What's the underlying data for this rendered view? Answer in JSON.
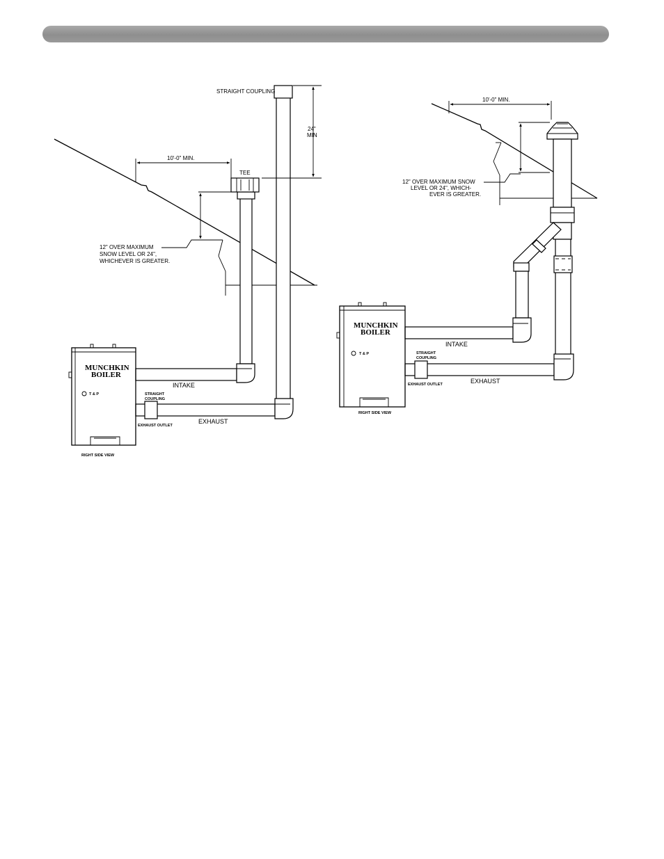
{
  "header": {
    "color": "#999999"
  },
  "left_diagram": {
    "straight_coupling_top": "STRAIGHT COUPLING",
    "dim_24": "24\"",
    "dim_min": "MIN",
    "dim_10ft": "10'-0\" MIN.",
    "tee": "TEE",
    "snow_note_1": "12\" OVER MAXIMUM",
    "snow_note_2": "SNOW LEVEL OR 24\",",
    "snow_note_3": "WHICHEVER IS GREATER.",
    "brand_1": "MUNCHKIN",
    "brand_2": "BOILER",
    "tp": "T & P",
    "straight_coupling_1": "STRAIGHT",
    "straight_coupling_2": "COUPLING",
    "exhaust_outlet": "EXHAUST OUTLET",
    "intake": "INTAKE",
    "exhaust": "EXHAUST",
    "view": "RIGHT SIDE VIEW"
  },
  "right_diagram": {
    "dim_10ft": "10'-0\" MIN.",
    "snow_note_1": "12\" OVER MAXIMUM SNOW",
    "snow_note_2": "LEVEL OR 24\", WHICH-",
    "snow_note_3": "EVER IS GREATER.",
    "brand_1": "MUNCHKIN",
    "brand_2": "BOILER",
    "tp": "T & P",
    "straight_coupling_1": "STRAIGHT",
    "straight_coupling_2": "COUPLING",
    "exhaust_outlet": "EXHAUST OUTLET",
    "intake": "INTAKE",
    "exhaust": "EXHAUST",
    "view": "RIGHT SIDE VIEW"
  }
}
